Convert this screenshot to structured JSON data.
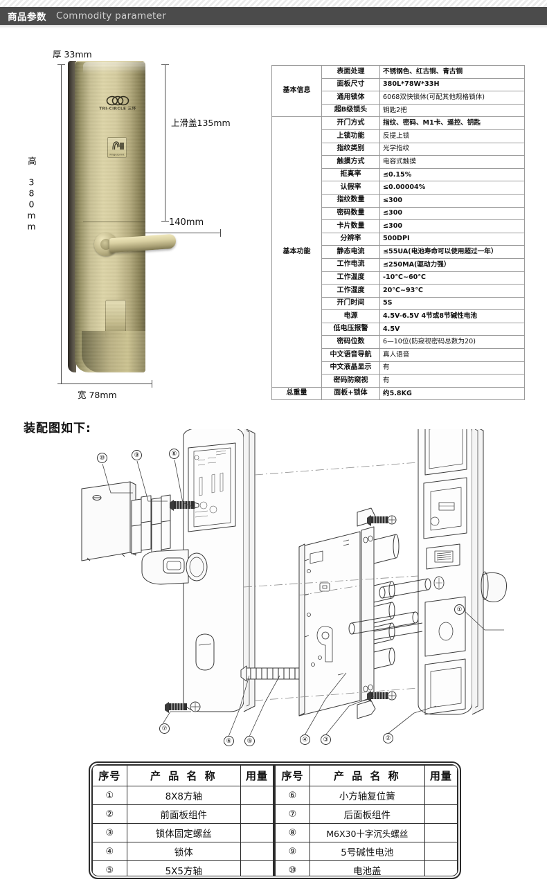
{
  "header": {
    "title_cn": "商品参数",
    "title_en": "Commodity parameter"
  },
  "product_photo": {
    "dimensions": {
      "thickness": "厚 33mm",
      "slide_cover": "上滑盖135mm",
      "height": "高 380mm",
      "handle_length": "140mm",
      "width": "宽 78mm"
    },
    "brand_mark": "TRI-CIRCLE 三环",
    "fingerprint_badge": "Fingerprint\nDigital Lock"
  },
  "spec_table": {
    "groups": [
      {
        "name": "基本信息",
        "rows": [
          {
            "label": "表面处理",
            "value": "不锈钢色、红古铜、青古铜"
          },
          {
            "label": "面板尺寸",
            "value": "380L*78W*33H"
          },
          {
            "label": "通用锁体",
            "value": "6068双快锁体(可配其他规格锁体)"
          },
          {
            "label": "超B级锁头",
            "value": "钥匙2把"
          }
        ]
      },
      {
        "name": "基本功能",
        "rows": [
          {
            "label": "开门方式",
            "value": "指纹、密码、M1卡、遥控、钥匙"
          },
          {
            "label": "上锁功能",
            "value": "反提上锁"
          },
          {
            "label": "指纹类别",
            "value": "光学指纹"
          },
          {
            "label": "触摸方式",
            "value": "电容式触摸"
          },
          {
            "label": "拒真率",
            "value": "≤0.15%"
          },
          {
            "label": "认假率",
            "value": "≤0.00004%"
          },
          {
            "label": "指纹数量",
            "value": "≤300"
          },
          {
            "label": "密码数量",
            "value": "≤300"
          },
          {
            "label": "卡片数量",
            "value": "≤300"
          },
          {
            "label": "分辨率",
            "value": "500DPI"
          },
          {
            "label": "静态电流",
            "value": "≤55UA(电池寿命可以使用超过一年）"
          },
          {
            "label": "工作电流",
            "value": "≤250MA(驱动力强）"
          },
          {
            "label": "工作温度",
            "value": "-10℃~60℃"
          },
          {
            "label": "工作湿度",
            "value": "20℃~93℃"
          },
          {
            "label": "开门时间",
            "value": "5S"
          },
          {
            "label": "电源",
            "value": "4.5V-6.5V  4节或8节碱性电池"
          },
          {
            "label": "低电压报警",
            "value": "4.5V"
          },
          {
            "label": "密码位数",
            "value": "6—10位(防窥视密码总数为20)"
          },
          {
            "label": "中文语音导航",
            "value": "真人语音"
          },
          {
            "label": "中文液晶显示",
            "value": "有"
          },
          {
            "label": "密码防窥视",
            "value": "有"
          }
        ]
      },
      {
        "name": "总重量",
        "rows": [
          {
            "label": "面板+锁体",
            "value": "约5.8KG"
          }
        ]
      }
    ]
  },
  "assembly": {
    "title": "装配图如下:",
    "callouts": [
      "①",
      "②",
      "③",
      "④",
      "⑤",
      "⑥",
      "⑦",
      "⑧",
      "⑨",
      "⑩"
    ]
  },
  "parts_table": {
    "headers": {
      "no": "序号",
      "name": "产 品 名 称",
      "qty": "用量"
    },
    "left_rows": [
      {
        "no": "①",
        "name": "8X8方轴",
        "qty": ""
      },
      {
        "no": "②",
        "name": "前面板组件",
        "qty": ""
      },
      {
        "no": "③",
        "name": "锁体固定螺丝",
        "qty": ""
      },
      {
        "no": "④",
        "name": "锁体",
        "qty": ""
      },
      {
        "no": "⑤",
        "name": "5X5方轴",
        "qty": ""
      }
    ],
    "right_rows": [
      {
        "no": "⑥",
        "name": "小方轴复位簧",
        "qty": ""
      },
      {
        "no": "⑦",
        "name": "后面板组件",
        "qty": ""
      },
      {
        "no": "⑧",
        "name": "M6X30十字沉头螺丝",
        "qty": ""
      },
      {
        "no": "⑨",
        "name": "5号碱性电池",
        "qty": ""
      },
      {
        "no": "⑩",
        "name": "电池盖",
        "qty": ""
      }
    ]
  },
  "colors": {
    "header_bar": "#4b4b4b",
    "header_text": "#ffffff",
    "header_subtext": "#cfcfcf",
    "table_border": "#9a9a9a",
    "parts_border": "#2b2b2b",
    "lock_body": "#cdc492"
  }
}
